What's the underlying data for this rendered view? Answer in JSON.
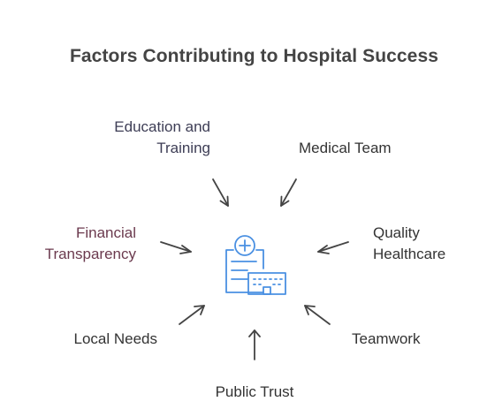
{
  "title": "Factors Contributing to Hospital Success",
  "factors": {
    "education": {
      "line1": "Education and",
      "line2": "Training"
    },
    "medical_team": {
      "line1": "Medical Team"
    },
    "financial": {
      "line1": "Financial",
      "line2": "Transparency"
    },
    "quality": {
      "line1": "Quality",
      "line2": "Healthcare"
    },
    "local_needs": {
      "line1": "Local Needs"
    },
    "teamwork": {
      "line1": "Teamwork"
    },
    "public_trust": {
      "line1": "Public Trust"
    }
  },
  "colors": {
    "title": "#444444",
    "text_slate": "#3d3d55",
    "text_plum": "#6b3a4e",
    "text_dark": "#333333",
    "arrow": "#444444",
    "icon": "#4a90e2"
  },
  "icon": "hospital-icon"
}
